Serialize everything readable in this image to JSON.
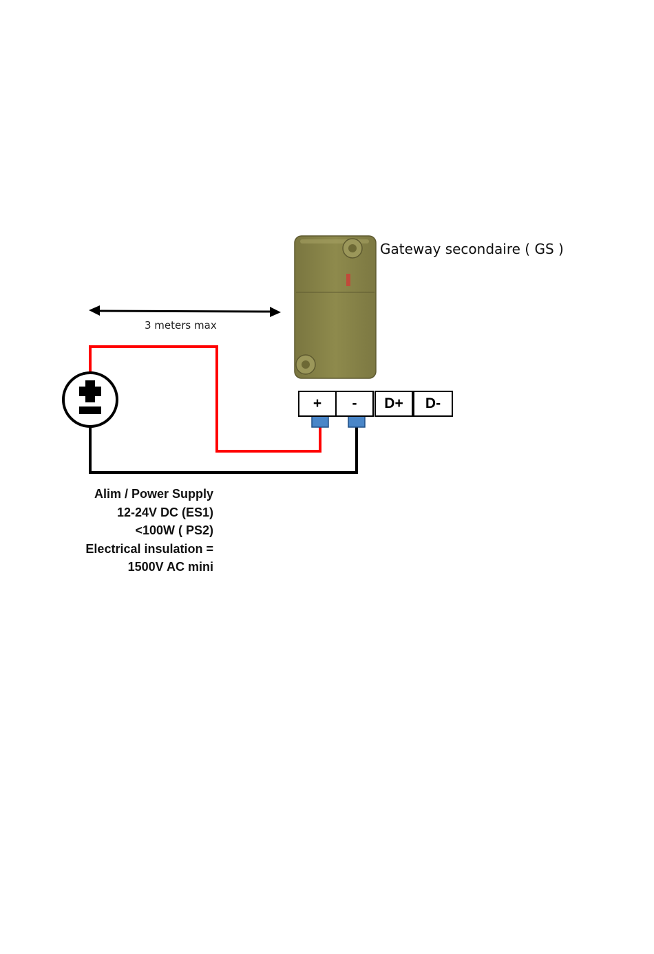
{
  "gateway": {
    "title": "Gateway secondaire ( GS )",
    "terminals": [
      "+",
      "-",
      "D+",
      "D-"
    ]
  },
  "distance": {
    "label": "3 meters max"
  },
  "power_supply": {
    "lines": [
      "Alim / Power Supply",
      "12-24V DC (ES1)",
      "<100W ( PS2)",
      "Electrical insulation =",
      "1500V AC mini"
    ]
  },
  "colors": {
    "positive_wire": "#ff0000",
    "negative_wire": "#000000",
    "connector": "#4a86c8",
    "device_body": "#8b8748"
  }
}
